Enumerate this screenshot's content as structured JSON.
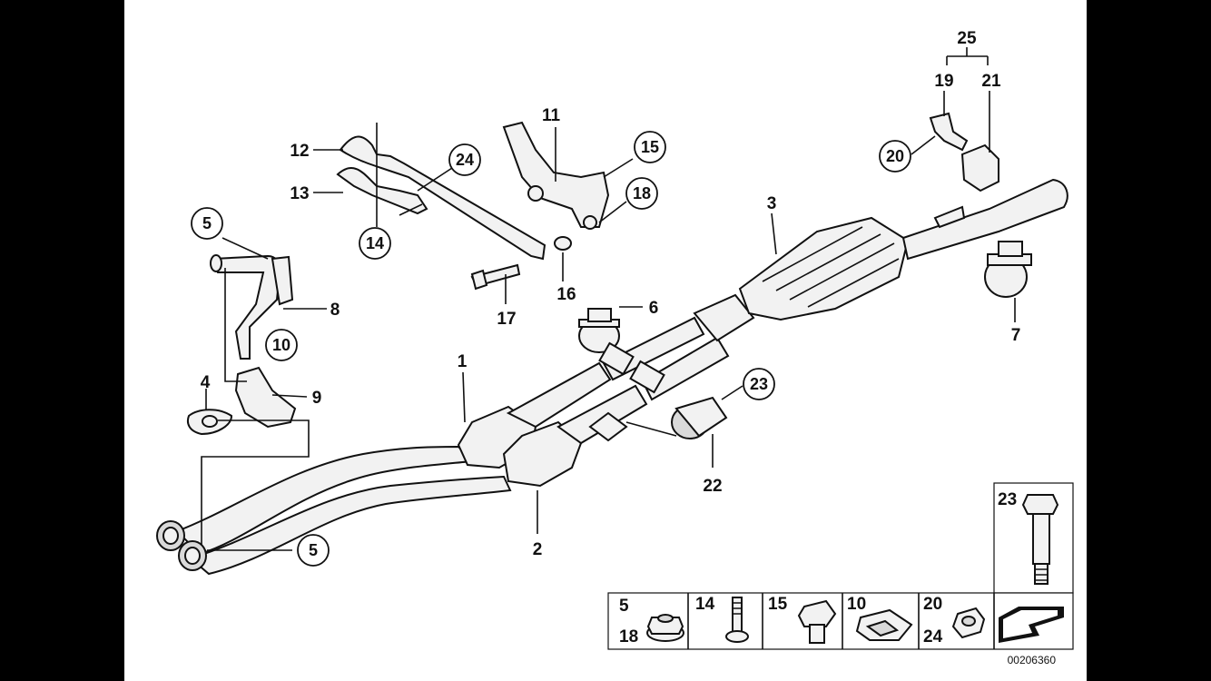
{
  "diagram": {
    "catalog_number": "00206360",
    "callouts": [
      {
        "key": "c25",
        "label": "25",
        "circled": false
      },
      {
        "key": "c19",
        "label": "19",
        "circled": false
      },
      {
        "key": "c21",
        "label": "21",
        "circled": false
      },
      {
        "key": "c20",
        "label": "20",
        "circled": true
      },
      {
        "key": "c11",
        "label": "11",
        "circled": false
      },
      {
        "key": "c15",
        "label": "15",
        "circled": true
      },
      {
        "key": "c18",
        "label": "18",
        "circled": true
      },
      {
        "key": "c12",
        "label": "12",
        "circled": false
      },
      {
        "key": "c13",
        "label": "13",
        "circled": false
      },
      {
        "key": "c24",
        "label": "24",
        "circled": true
      },
      {
        "key": "c14",
        "label": "14",
        "circled": true
      },
      {
        "key": "c5a",
        "label": "5",
        "circled": true
      },
      {
        "key": "c8",
        "label": "8",
        "circled": false
      },
      {
        "key": "c10",
        "label": "10",
        "circled": true
      },
      {
        "key": "c17",
        "label": "17",
        "circled": false
      },
      {
        "key": "c16",
        "label": "16",
        "circled": false
      },
      {
        "key": "c6",
        "label": "6",
        "circled": false
      },
      {
        "key": "c3",
        "label": "3",
        "circled": false
      },
      {
        "key": "c7",
        "label": "7",
        "circled": false
      },
      {
        "key": "c1",
        "label": "1",
        "circled": false
      },
      {
        "key": "c4",
        "label": "4",
        "circled": false
      },
      {
        "key": "c9",
        "label": "9",
        "circled": false
      },
      {
        "key": "c23",
        "label": "23",
        "circled": true
      },
      {
        "key": "c22",
        "label": "22",
        "circled": false
      },
      {
        "key": "c2",
        "label": "2",
        "circled": false
      },
      {
        "key": "c5b",
        "label": "5",
        "circled": true
      }
    ],
    "legend": [
      {
        "labels": [
          "5",
          "18"
        ],
        "icon": "flange-nut-icon"
      },
      {
        "labels": [
          "14"
        ],
        "icon": "screw-icon"
      },
      {
        "labels": [
          "15"
        ],
        "icon": "hex-bolt-icon"
      },
      {
        "labels": [
          "10"
        ],
        "icon": "clip-nut-icon"
      },
      {
        "labels": [
          "20",
          "24"
        ],
        "icon": "hex-nut-icon"
      }
    ],
    "legend_tall": {
      "label": "23",
      "icon": "shoulder-bolt-icon"
    }
  }
}
